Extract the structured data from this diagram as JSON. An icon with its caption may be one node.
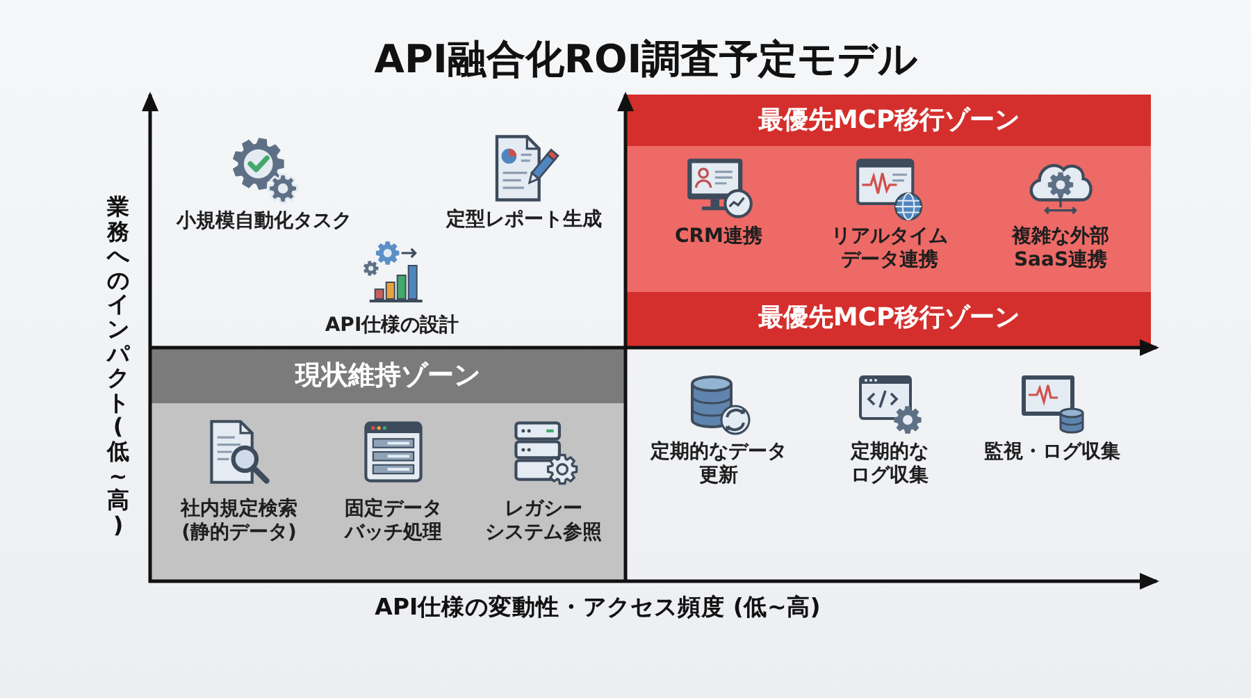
{
  "diagram": {
    "title": "API融合化ROI調査予定モデル",
    "nodes": [
      {
        "text": [
          "小規模自動化タスク"
        ]
      },
      {
        "text": [
          "定型レポート生成"
        ]
      },
      {
        "text": [
          "API仕様の設計"
        ]
      },
      {
        "text": [
          "最優先MCP移行ゾーン",
          "最優先MCP移行ゾーン"
        ]
      },
      {
        "text": [
          "CRM連携"
        ],
        "in": 3
      },
      {
        "text": [
          "リアルタイムデータ連携"
        ],
        "in": 3
      },
      {
        "text": [
          "複雑な外部SaaS連携"
        ],
        "in": 3
      },
      {
        "text": [
          "現状維持ゾーン"
        ]
      },
      {
        "text": [
          "社内規定検索(静的データ)"
        ],
        "in": 7
      },
      {
        "text": [
          "固定データバッチ処理"
        ],
        "in": 7
      },
      {
        "text": [
          "レガシーシステム参照"
        ],
        "in": 7
      },
      {
        "text": [
          "定期的なデータ更新"
        ]
      },
      {
        "text": [
          "定期的なログ収集"
        ]
      },
      {
        "text": [
          "監視・ログ収集"
        ]
      }
    ],
    "labels": [
      "業務へのインパクト(低~高)",
      "API仕様の変動性・アクセス頻度 (低~高)"
    ]
  }
}
